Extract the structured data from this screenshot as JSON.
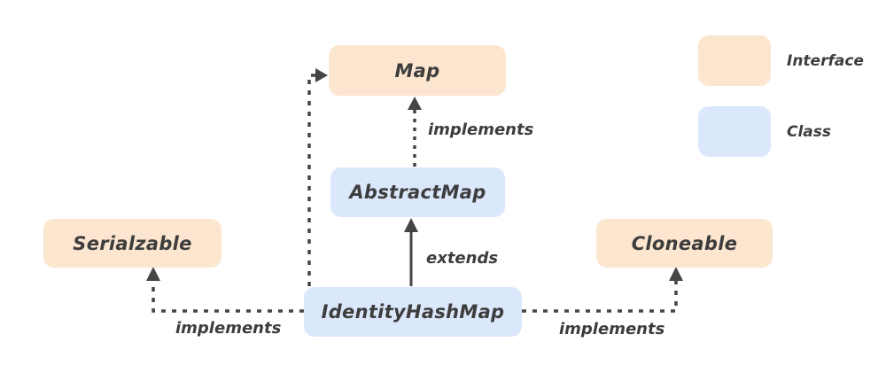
{
  "diagram": {
    "nodes": {
      "map": {
        "label": "Map",
        "kind": "interface"
      },
      "abstractMap": {
        "label": "AbstractMap",
        "kind": "class"
      },
      "identityHashMap": {
        "label": "IdentityHashMap",
        "kind": "class"
      },
      "serialzable": {
        "label": "Serialzable",
        "kind": "interface"
      },
      "cloneable": {
        "label": "Cloneable",
        "kind": "interface"
      }
    },
    "edges": {
      "abstractMap_implements_map": {
        "from": "AbstractMap",
        "to": "Map",
        "label": "implements",
        "style": "dashed"
      },
      "identityHashMap_extends_abstractMap": {
        "from": "IdentityHashMap",
        "to": "AbstractMap",
        "label": "extends",
        "style": "solid"
      },
      "identityHashMap_implements_map": {
        "from": "IdentityHashMap",
        "to": "Map",
        "label": "",
        "style": "dashed"
      },
      "identityHashMap_implements_serialzable": {
        "from": "IdentityHashMap",
        "to": "Serialzable",
        "label": "implements",
        "style": "dashed"
      },
      "identityHashMap_implements_cloneable": {
        "from": "IdentityHashMap",
        "to": "Cloneable",
        "label": "implements",
        "style": "dashed"
      }
    },
    "legend": {
      "interface": {
        "label": "Interface",
        "color": "#fce6cf"
      },
      "class": {
        "label": "Class",
        "color": "#dbe7fb"
      }
    },
    "colors": {
      "interface_fill": "#fce6cf",
      "class_fill": "#dbe7fb",
      "text": "#3d3d3d",
      "arrow": "#454545",
      "background": "#ffffff"
    }
  }
}
